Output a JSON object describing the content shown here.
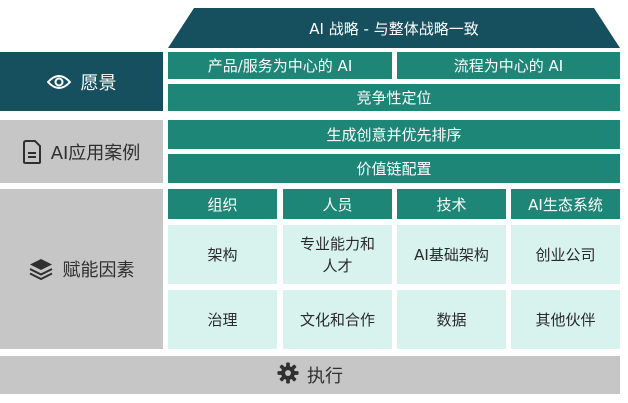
{
  "banner": {
    "title": "AI 战略 - 与整体战略一致"
  },
  "vision": {
    "label": "愿景",
    "icon": "eye-icon",
    "boxes": [
      "产品/服务为中心的 AI",
      "流程为中心的 AI",
      "竞争性定位"
    ]
  },
  "use_cases": {
    "label": "AI应用案例",
    "icon": "document-icon",
    "boxes": [
      "生成创意并优先排序",
      "价值链配置"
    ]
  },
  "enablers": {
    "label": "赋能因素",
    "icon": "layers-icon",
    "headers": [
      "组织",
      "人员",
      "技术",
      "AI生态系统"
    ],
    "rows": [
      [
        "架构",
        "专业能力和人才",
        "AI基础架构",
        "创业公司"
      ],
      [
        "治理",
        "文化和合作",
        "数据",
        "其他伙伴"
      ]
    ]
  },
  "execution": {
    "label": "执行",
    "icon": "gear-icon"
  },
  "colors": {
    "dark_teal": "#164f5e",
    "teal": "#1e8677",
    "light_teal": "#d8f3ee",
    "gray": "#c6c6c6"
  }
}
